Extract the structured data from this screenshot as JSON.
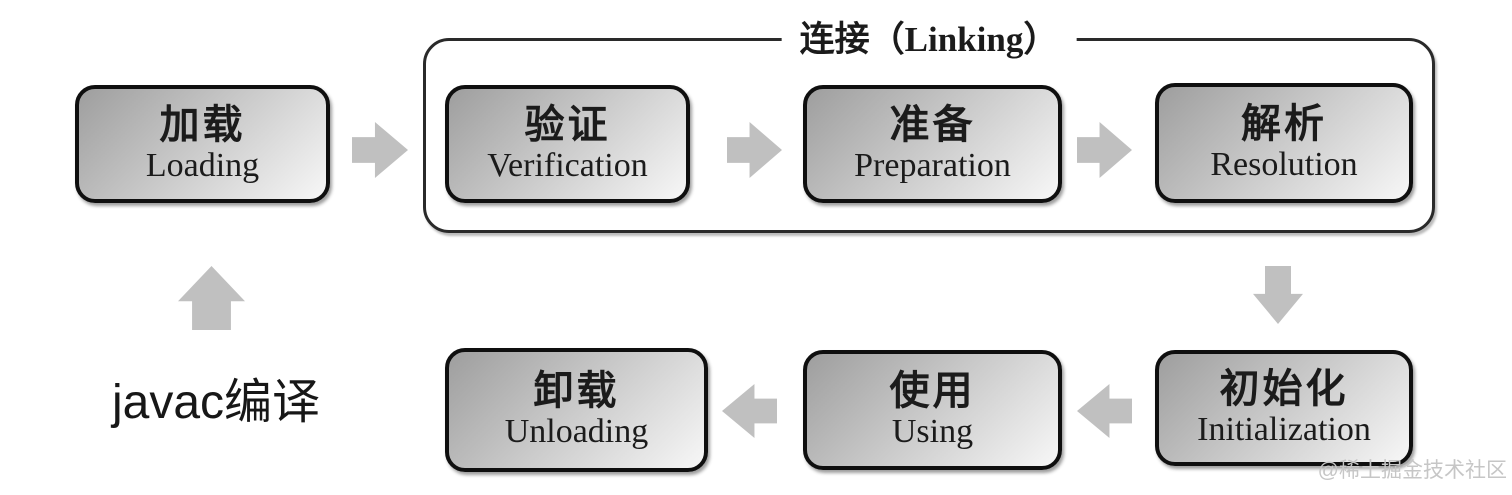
{
  "diagram": {
    "linking_group_label": "连接（Linking）",
    "compile_note": "javac编译",
    "watermark": "@稀土掘金技术社区",
    "stages": [
      {
        "key": "loading",
        "zh": "加载",
        "en": "Loading"
      },
      {
        "key": "verification",
        "zh": "验证",
        "en": "Verification"
      },
      {
        "key": "preparation",
        "zh": "准备",
        "en": "Preparation"
      },
      {
        "key": "resolution",
        "zh": "解析",
        "en": "Resolution"
      },
      {
        "key": "initialization",
        "zh": "初始化",
        "en": "Initialization"
      },
      {
        "key": "using",
        "zh": "使用",
        "en": "Using"
      },
      {
        "key": "unloading",
        "zh": "卸载",
        "en": "Unloading"
      }
    ],
    "arrows": [
      {
        "from": "loading",
        "to": "verification",
        "direction": "right"
      },
      {
        "from": "verification",
        "to": "preparation",
        "direction": "right"
      },
      {
        "from": "preparation",
        "to": "resolution",
        "direction": "right"
      },
      {
        "from": "resolution",
        "to": "initialization",
        "direction": "down"
      },
      {
        "from": "initialization",
        "to": "using",
        "direction": "left"
      },
      {
        "from": "using",
        "to": "unloading",
        "direction": "left"
      },
      {
        "from": "javac编译",
        "to": "loading",
        "direction": "up"
      }
    ],
    "colors": {
      "arrow": "#c0c0c0",
      "box_border": "#0f0f0f",
      "box_gradient_start": "#9e9e9e",
      "box_gradient_end": "#f7f7f7",
      "group_border": "#2a2a2a",
      "text": "#1b1b1b",
      "watermark": "#c6c6c6",
      "background": "#ffffff"
    }
  }
}
